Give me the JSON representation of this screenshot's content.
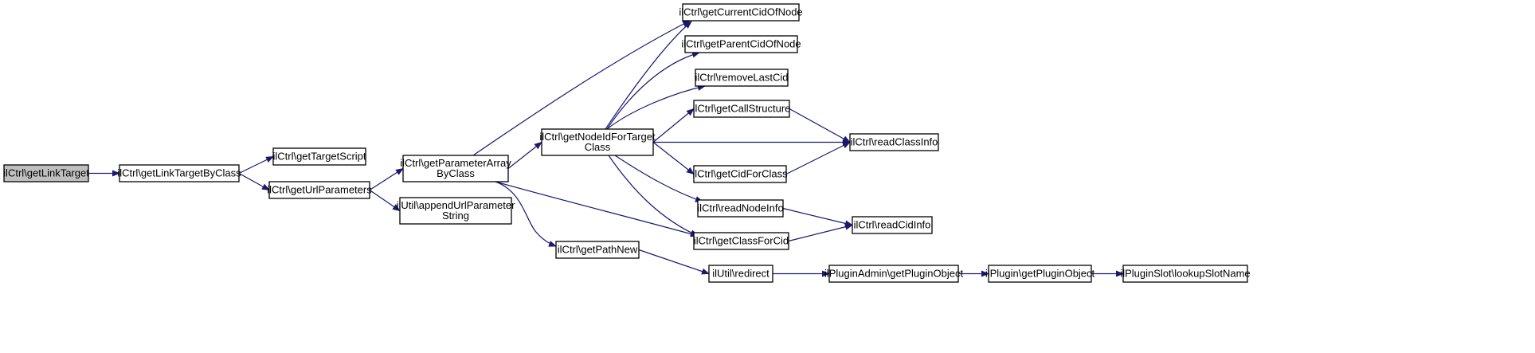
{
  "colors": {
    "edge": "#191970",
    "node_fill": "#ffffff",
    "root_fill": "#bfbfbf",
    "node_border": "#000000"
  },
  "nodes": [
    {
      "id": "getLinkTarget",
      "lines": [
        "ilCtrl\\getLinkTarget"
      ],
      "root": true
    },
    {
      "id": "getLinkTargetByClass",
      "lines": [
        "ilCtrl\\getLinkTargetByClass"
      ]
    },
    {
      "id": "getTargetScript",
      "lines": [
        "ilCtrl\\getTargetScript"
      ]
    },
    {
      "id": "getUrlParameters",
      "lines": [
        "ilCtrl\\getUrlParameters"
      ]
    },
    {
      "id": "getParameterArrayByClass",
      "lines": [
        "ilCtrl\\getParameterArray",
        "ByClass"
      ]
    },
    {
      "id": "appendUrlParameterString",
      "lines": [
        "ilUtil\\appendUrlParameter",
        "String"
      ]
    },
    {
      "id": "getNodeIdForTargetClass",
      "lines": [
        "ilCtrl\\getNodeIdForTarget",
        "Class"
      ]
    },
    {
      "id": "getPathNew",
      "lines": [
        "ilCtrl\\getPathNew"
      ]
    },
    {
      "id": "getCurrentCidOfNode",
      "lines": [
        "ilCtrl\\getCurrentCidOfNode"
      ]
    },
    {
      "id": "getParentCidOfNode",
      "lines": [
        "ilCtrl\\getParentCidOfNode"
      ]
    },
    {
      "id": "removeLastCid",
      "lines": [
        "ilCtrl\\removeLastCid"
      ]
    },
    {
      "id": "getCallStructure",
      "lines": [
        "ilCtrl\\getCallStructure"
      ]
    },
    {
      "id": "getCidForClass",
      "lines": [
        "ilCtrl\\getCidForClass"
      ]
    },
    {
      "id": "readNodeInfo",
      "lines": [
        "ilCtrl\\readNodeInfo"
      ]
    },
    {
      "id": "getClassForCid",
      "lines": [
        "ilCtrl\\getClassForCid"
      ]
    },
    {
      "id": "readClassInfo",
      "lines": [
        "ilCtrl\\readClassInfo"
      ]
    },
    {
      "id": "readCidInfo",
      "lines": [
        "ilCtrl\\readCidInfo"
      ]
    },
    {
      "id": "redirect",
      "lines": [
        "ilUtil\\redirect"
      ]
    },
    {
      "id": "pluginAdminGetPluginObject",
      "lines": [
        "ilPluginAdmin\\getPluginObject"
      ]
    },
    {
      "id": "pluginGetPluginObject",
      "lines": [
        "ilPlugin\\getPluginObject"
      ]
    },
    {
      "id": "lookupSlotName",
      "lines": [
        "ilPluginSlot\\lookupSlotName"
      ]
    }
  ],
  "edges": [
    {
      "from": "getLinkTarget",
      "to": "getLinkTargetByClass"
    },
    {
      "from": "getLinkTargetByClass",
      "to": "getTargetScript"
    },
    {
      "from": "getLinkTargetByClass",
      "to": "getUrlParameters"
    },
    {
      "from": "getUrlParameters",
      "to": "getParameterArrayByClass"
    },
    {
      "from": "getUrlParameters",
      "to": "appendUrlParameterString"
    },
    {
      "from": "getParameterArrayByClass",
      "to": "getCurrentCidOfNode"
    },
    {
      "from": "getParameterArrayByClass",
      "to": "getNodeIdForTargetClass"
    },
    {
      "from": "getParameterArrayByClass",
      "to": "getClassForCid"
    },
    {
      "from": "getParameterArrayByClass",
      "to": "getPathNew"
    },
    {
      "from": "getNodeIdForTargetClass",
      "to": "getCurrentCidOfNode"
    },
    {
      "from": "getNodeIdForTargetClass",
      "to": "getParentCidOfNode"
    },
    {
      "from": "getNodeIdForTargetClass",
      "to": "removeLastCid"
    },
    {
      "from": "getNodeIdForTargetClass",
      "to": "getCallStructure"
    },
    {
      "from": "getNodeIdForTargetClass",
      "to": "readClassInfo"
    },
    {
      "from": "getNodeIdForTargetClass",
      "to": "getCidForClass"
    },
    {
      "from": "getNodeIdForTargetClass",
      "to": "readNodeInfo"
    },
    {
      "from": "getNodeIdForTargetClass",
      "to": "getClassForCid"
    },
    {
      "from": "getCallStructure",
      "to": "readClassInfo"
    },
    {
      "from": "getCidForClass",
      "to": "readClassInfo"
    },
    {
      "from": "readNodeInfo",
      "to": "readCidInfo"
    },
    {
      "from": "getClassForCid",
      "to": "readCidInfo"
    },
    {
      "from": "getPathNew",
      "to": "redirect"
    },
    {
      "from": "redirect",
      "to": "pluginAdminGetPluginObject"
    },
    {
      "from": "pluginAdminGetPluginObject",
      "to": "pluginGetPluginObject"
    },
    {
      "from": "pluginGetPluginObject",
      "to": "lookupSlotName"
    }
  ]
}
